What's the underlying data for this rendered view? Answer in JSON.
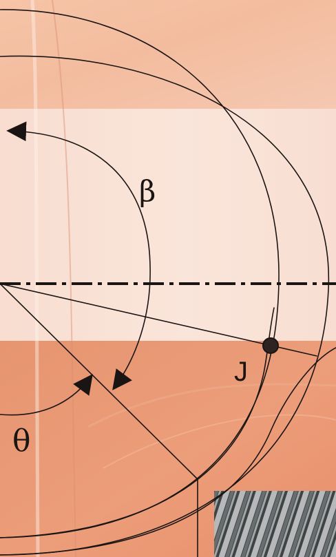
{
  "labels": {
    "beta": "β",
    "theta": "θ",
    "j": "J"
  },
  "colors": {
    "top_band": "#f1b99a",
    "light_band": "#f9e1d4",
    "lower_band": "#e99a77",
    "ink": "#1a1412",
    "point": "#2d2321",
    "fiber_dark": "#4f5356",
    "fiber_light": "#d8dadb"
  }
}
